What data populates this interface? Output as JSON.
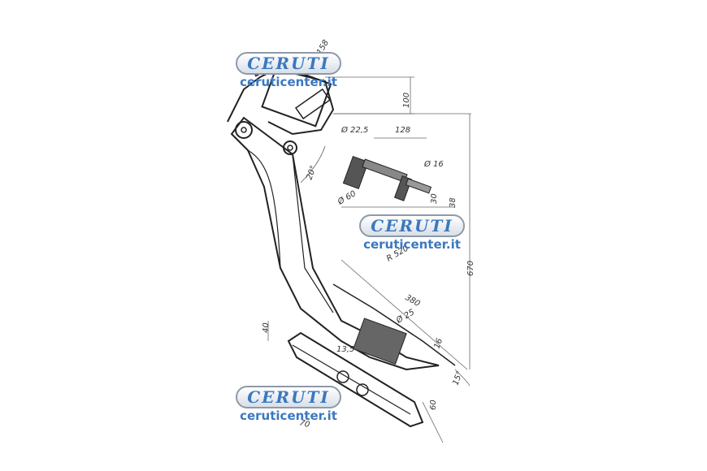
{
  "drawing": {
    "dimensions": {
      "d158": "158",
      "d100": "100",
      "d22_5": "Ø 22,5",
      "d128": "128",
      "d16": "Ø 16",
      "d20deg": "20°",
      "d60": "Ø 60",
      "d30": "30",
      "d38": "38",
      "r520": "R 520",
      "d670": "670",
      "d380": "380",
      "d25": "Ø 25",
      "d40": "40",
      "d13_5": "13,5",
      "d16b": "16",
      "d15deg": "15°",
      "d60b": "60",
      "d70": "70"
    }
  },
  "watermarks": [
    {
      "brand": "CERUTI",
      "url": "ceruticenter.it"
    },
    {
      "brand": "CERUTI",
      "url": "ceruticenter.it"
    },
    {
      "brand": "CERUTI",
      "url": "ceruticenter.it"
    }
  ],
  "colors": {
    "watermark_blue": "#3b78c0",
    "line": "#222222"
  }
}
